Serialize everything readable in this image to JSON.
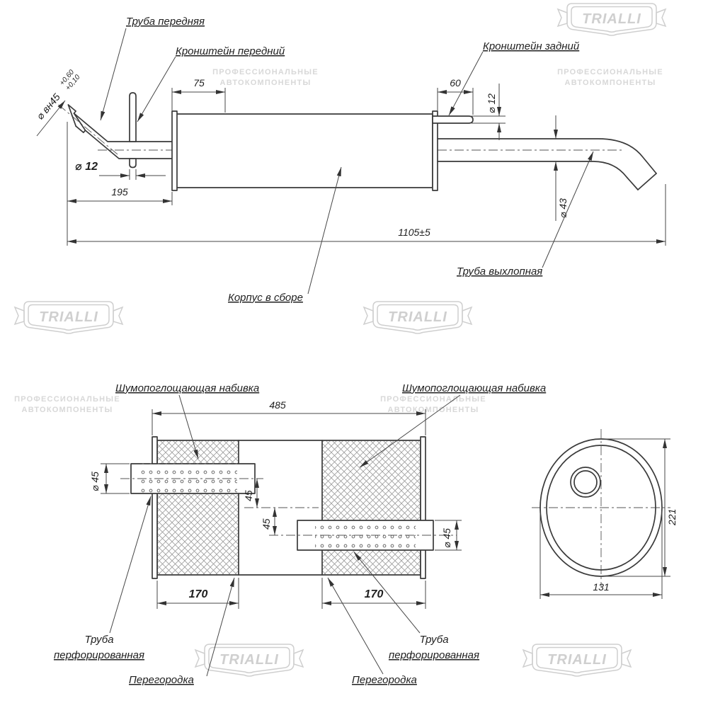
{
  "brand": {
    "name": "TRIALLI",
    "tagline1": "ПРОФЕССИОНАЛЬНЫЕ",
    "tagline2": "АВТОКОМПОНЕНТЫ"
  },
  "top_view": {
    "labels": {
      "front_pipe": "Труба передняя",
      "front_bracket": "Кронштейн передний",
      "rear_bracket": "Кронштейн задний",
      "exhaust_pipe": "Труба выхлопная",
      "body_assembly": "Корпус в сборе"
    },
    "dims": {
      "inlet_diameter": "⌀ вн45",
      "inlet_tol_upper": "+0,60",
      "inlet_tol_lower": "+0,10",
      "front_offset": "75",
      "rear_offset": "60",
      "bracket_diameter": "⌀ 12",
      "front_length": "195",
      "total_length": "1105±5",
      "exhaust_diameter": "⌀ 43"
    }
  },
  "section_view": {
    "labels": {
      "padding": "Шумопоглощающая набивка",
      "perforated_line1": "Труба",
      "perforated_line2": "перфорированная",
      "partition": "Перегородка"
    },
    "dims": {
      "body_length": "485",
      "pipe_diameter": "⌀ 45",
      "pipe_offset": "45",
      "padding_length": "170"
    }
  },
  "end_view": {
    "dims": {
      "height": "221",
      "width": "131"
    }
  }
}
